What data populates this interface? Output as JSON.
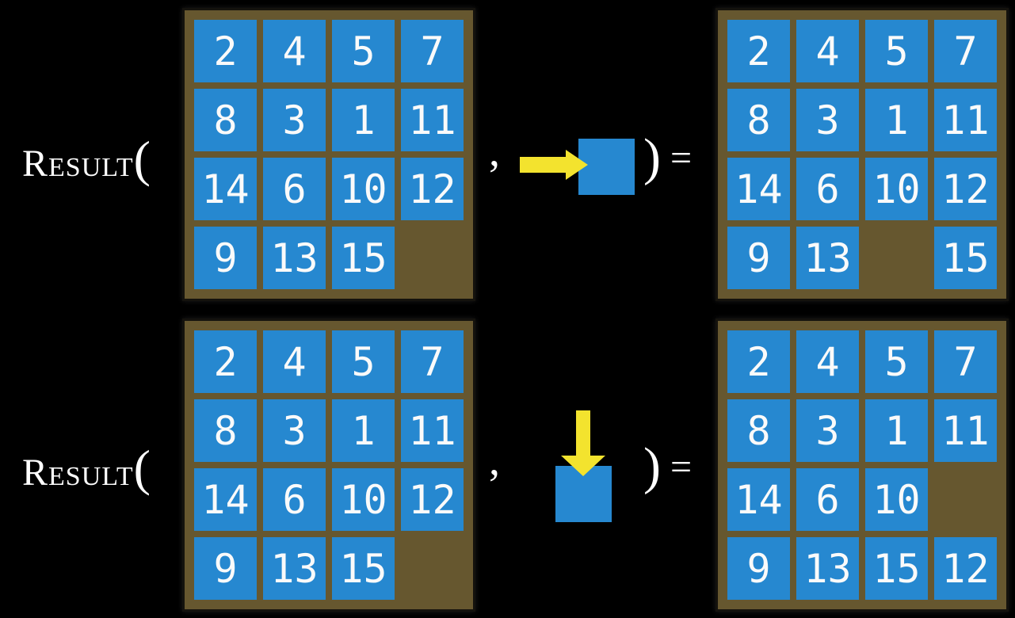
{
  "notation": {
    "function_name": "Result",
    "open_paren": "(",
    "comma": ",",
    "close_paren": ")",
    "equals": "="
  },
  "colors": {
    "tile": "#2688D0",
    "board": "#66572F",
    "board_border": "#14120d",
    "arrow": "#F3E32E",
    "text": "#FFFFFF",
    "background": "#000000"
  },
  "icons": {
    "example1_action": "right-arrow-into-tile",
    "example2_action": "down-arrow-into-tile"
  },
  "examples": [
    {
      "action_direction": "right",
      "input_board": [
        [
          "2",
          "4",
          "5",
          "7"
        ],
        [
          "8",
          "3",
          "1",
          "11"
        ],
        [
          "14",
          "6",
          "10",
          "12"
        ],
        [
          "9",
          "13",
          "15",
          ""
        ]
      ],
      "output_board": [
        [
          "2",
          "4",
          "5",
          "7"
        ],
        [
          "8",
          "3",
          "1",
          "11"
        ],
        [
          "14",
          "6",
          "10",
          "12"
        ],
        [
          "9",
          "13",
          "",
          "15"
        ]
      ]
    },
    {
      "action_direction": "down",
      "input_board": [
        [
          "2",
          "4",
          "5",
          "7"
        ],
        [
          "8",
          "3",
          "1",
          "11"
        ],
        [
          "14",
          "6",
          "10",
          "12"
        ],
        [
          "9",
          "13",
          "15",
          ""
        ]
      ],
      "output_board": [
        [
          "2",
          "4",
          "5",
          "7"
        ],
        [
          "8",
          "3",
          "1",
          "11"
        ],
        [
          "14",
          "6",
          "10",
          ""
        ],
        [
          "9",
          "13",
          "15",
          "12"
        ]
      ]
    }
  ]
}
